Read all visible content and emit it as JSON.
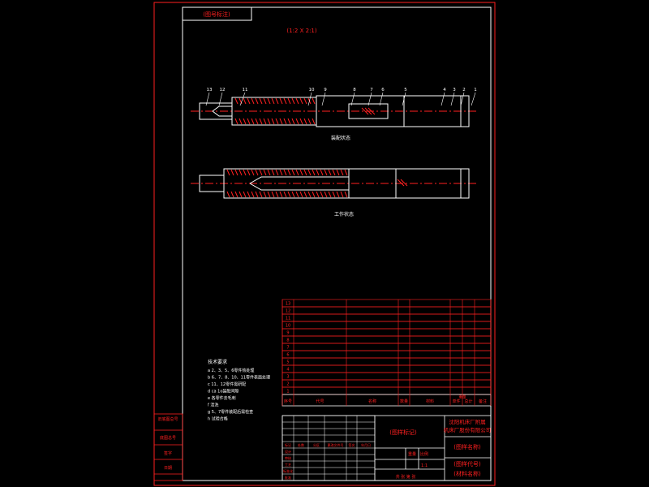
{
  "drawing": {
    "title_box": "(图号标注)",
    "scale_note": "(1:2 X 2:1)",
    "view_top_label": "装配状态",
    "view_bottom_label": "工作状态",
    "part_numbers": [
      "13",
      "12",
      "11",
      "10",
      "9",
      "8",
      "7",
      "6",
      "5",
      "4",
      "3",
      "2",
      "1"
    ]
  },
  "tech_notes": {
    "heading": "技术要求",
    "lines": [
      "a 2、3、5、6零件热处理",
      "b 6、7、8、10、11零件表面处理",
      "c 11、12零件需研配",
      "d ca 1o装配间隙",
      "e 各零件去毛刺",
      "f 清洗",
      "g 5、7零件装配后需检查",
      "h 试验合格"
    ]
  },
  "bom": {
    "row_numbers": [
      "13",
      "12",
      "11",
      "10",
      "9",
      "8",
      "7",
      "6",
      "5",
      "4",
      "3",
      "2",
      "1"
    ],
    "header": [
      "序号",
      "代号",
      "名称",
      "数量",
      "材料",
      "单件",
      "总计",
      "备注"
    ],
    "header_weight": "重量"
  },
  "title_block": {
    "company": "沈阳机床厂附属",
    "company_line2": "机床厂股份有限公司",
    "drawing_mark": "(图样标记)",
    "material": "(材料名称)",
    "drawing_name": "(图样名称)",
    "drawing_code": "(图样代号)",
    "scale_label": "比例",
    "scale_value": "1:1",
    "weight_label": "重量",
    "sheet_label": "共 张 第 张",
    "rev_labels": [
      "标记",
      "处数",
      "分区",
      "更改文件号",
      "签名",
      "年月日"
    ],
    "role_labels": [
      "设计",
      "审核",
      "工艺",
      "标准化",
      "批准"
    ]
  },
  "side_stamps": {
    "s1": "旧底图总号",
    "s2": "底图总号",
    "s3": "签字",
    "s4": "日期"
  }
}
